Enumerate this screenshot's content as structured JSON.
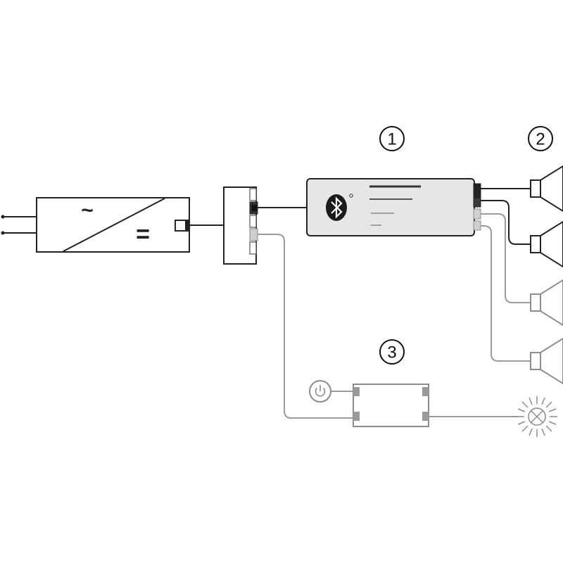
{
  "diagram": {
    "callouts": {
      "bluetooth_amplifier": "1",
      "speakers": "2",
      "switch_module": "3"
    },
    "power_supply": {
      "input_symbol": "~",
      "output_symbol": "="
    },
    "colors": {
      "primary_wire": "#222222",
      "secondary_wire": "#9a9a9a",
      "amplifier_fill": "#e6e6e6",
      "outline_dark": "#222222",
      "outline_light": "#8c8c8c"
    },
    "icons": {
      "amplifier_logo": "bluetooth-icon",
      "switch": "power-button-icon",
      "light": "light-fixture-icon",
      "speaker": "speaker-icon"
    }
  }
}
